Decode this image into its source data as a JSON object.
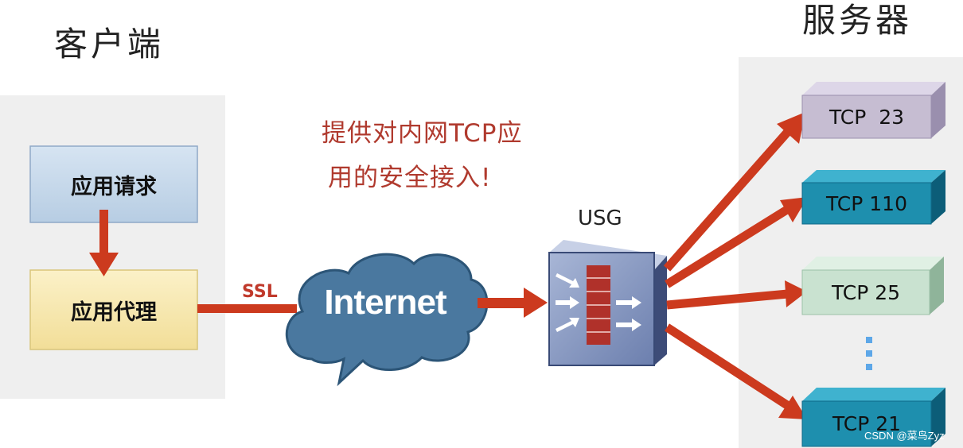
{
  "headings": {
    "client": "客户端",
    "server": "服务器"
  },
  "client": {
    "request_label": "应用请求",
    "proxy_label": "应用代理"
  },
  "ssl_label": "SSL",
  "cloud_label": "Internet",
  "caption": {
    "line1": "提供对内网TCP应",
    "line2": "用的安全接入!"
  },
  "usg_label": "USG",
  "servers": [
    {
      "label": "TCP  23",
      "color": "#c6bdd2"
    },
    {
      "label": "TCP 110",
      "color": "#1e8fae"
    },
    {
      "label": "TCP 25",
      "color": "#c9e2d0"
    },
    {
      "label": "TCP 21",
      "color": "#1e8fae"
    }
  ],
  "ellipsis_dots": 3,
  "watermark": "CSDN @菜鸟Zyz",
  "colors": {
    "arrow": "#cc3a1e",
    "cloud": "#3f6f97",
    "caption": "#b03a2e"
  }
}
